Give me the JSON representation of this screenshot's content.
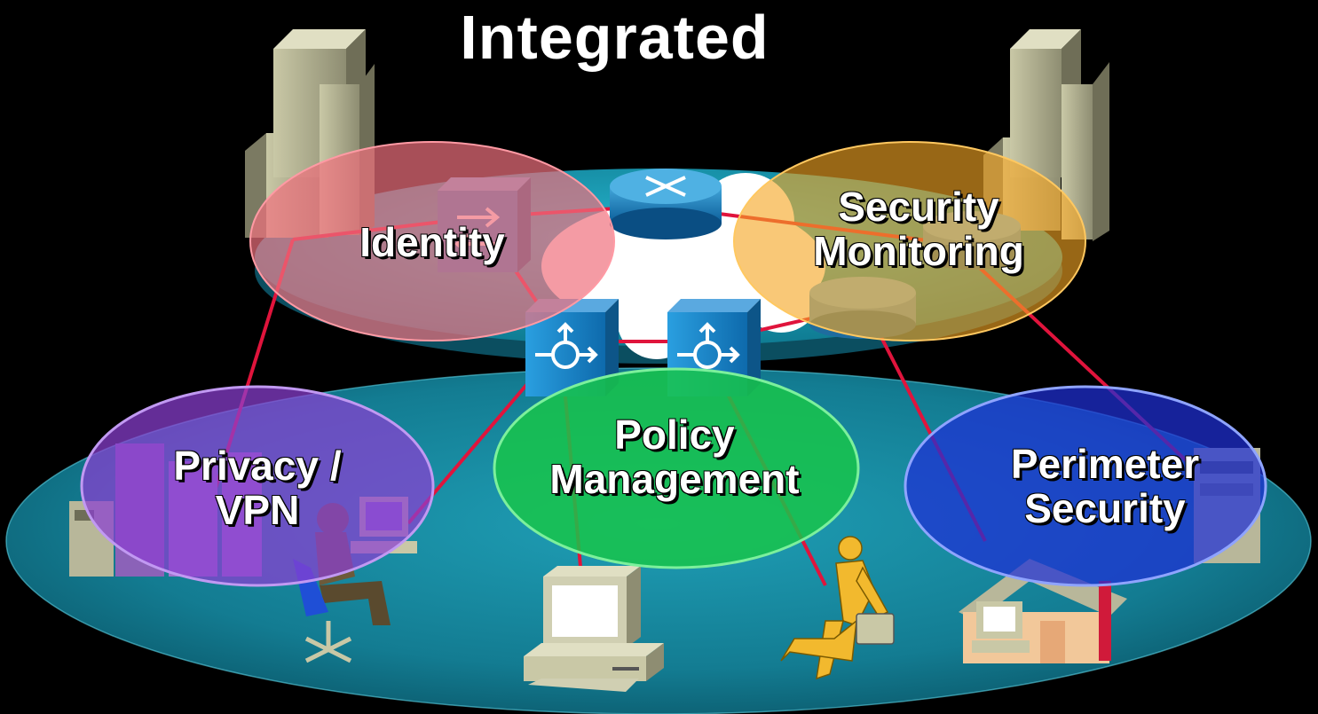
{
  "title": "Integrated",
  "areas": {
    "identity": {
      "label": "Identity",
      "color": "#f0707e"
    },
    "security_monitoring": {
      "line1": "Security",
      "line2": "Monitoring",
      "color": "#f5a623"
    },
    "privacy_vpn": {
      "line1": "Privacy /",
      "line2": "VPN",
      "color": "#8a3fd1"
    },
    "policy_management": {
      "line1": "Policy",
      "line2": "Management",
      "color": "#18c44a"
    },
    "perimeter_security": {
      "line1": "Perimeter",
      "line2": "Security",
      "color": "#1f2fd6"
    }
  },
  "icons": {
    "buildings": "office-building-icon",
    "router": "router-icon",
    "switch": "switch-icon",
    "server": "server-icon",
    "pc": "desktop-computer-icon",
    "user": "seated-user-icon",
    "mobile_worker": "running-businessman-icon",
    "home_office": "home-office-icon"
  },
  "colors": {
    "link": "#e0143c",
    "platform": "#17879e",
    "background": "#000000"
  }
}
